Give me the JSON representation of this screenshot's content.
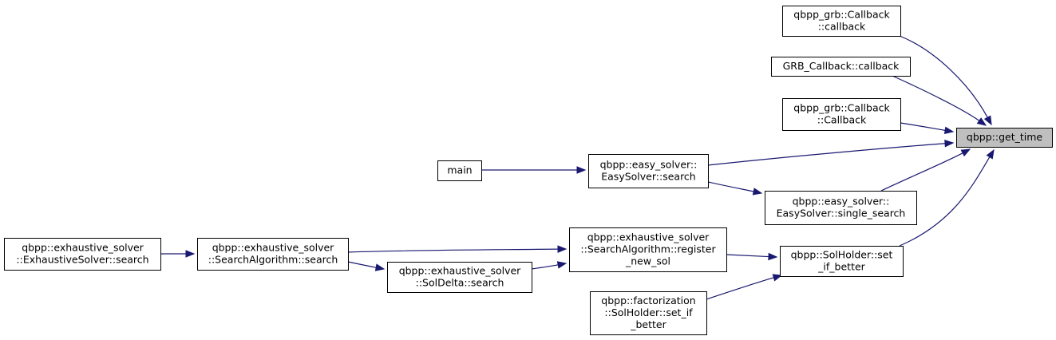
{
  "diagram": {
    "colors": {
      "edge": "#191970",
      "focus_fill": "#bfbfbf",
      "node_border": "#000000",
      "background": "#ffffff"
    },
    "nodes": [
      {
        "id": "get_time",
        "lines": [
          "qbpp::get_time"
        ],
        "focus": true
      },
      {
        "id": "grb_callback_lower",
        "lines": [
          "qbpp_grb::Callback",
          "::callback"
        ]
      },
      {
        "id": "grb_cb_callback",
        "lines": [
          "GRB_Callback::callback"
        ]
      },
      {
        "id": "grb_callback_ctor",
        "lines": [
          "qbpp_grb::Callback",
          "::Callback"
        ]
      },
      {
        "id": "easy_search",
        "lines": [
          "qbpp::easy_solver::",
          "EasySolver::search"
        ]
      },
      {
        "id": "main",
        "lines": [
          "main"
        ]
      },
      {
        "id": "easy_single_search",
        "lines": [
          "qbpp::easy_solver::",
          "EasySolver::single_search"
        ]
      },
      {
        "id": "solholder_set",
        "lines": [
          "qbpp::SolHolder::set",
          "_if_better"
        ]
      },
      {
        "id": "register_new_sol",
        "lines": [
          "qbpp::exhaustive_solver",
          "::SearchAlgorithm::register",
          "_new_sol"
        ]
      },
      {
        "id": "fact_solholder_set",
        "lines": [
          "qbpp::factorization",
          "::SolHolder::set_if",
          "_better"
        ]
      },
      {
        "id": "search_algo_search",
        "lines": [
          "qbpp::exhaustive_solver",
          "::SearchAlgorithm::search"
        ]
      },
      {
        "id": "soldelta_search",
        "lines": [
          "qbpp::exhaustive_solver",
          "::SolDelta::search"
        ]
      },
      {
        "id": "exh_solver_search",
        "lines": [
          "qbpp::exhaustive_solver",
          "::ExhaustiveSolver::search"
        ]
      }
    ],
    "edges": [
      {
        "from": "grb_callback_lower",
        "to": "get_time"
      },
      {
        "from": "grb_cb_callback",
        "to": "get_time"
      },
      {
        "from": "grb_callback_ctor",
        "to": "get_time"
      },
      {
        "from": "easy_search",
        "to": "get_time"
      },
      {
        "from": "easy_single_search",
        "to": "get_time"
      },
      {
        "from": "solholder_set",
        "to": "get_time"
      },
      {
        "from": "main",
        "to": "easy_search"
      },
      {
        "from": "easy_search",
        "to": "easy_single_search"
      },
      {
        "from": "register_new_sol",
        "to": "solholder_set"
      },
      {
        "from": "fact_solholder_set",
        "to": "solholder_set"
      },
      {
        "from": "search_algo_search",
        "to": "register_new_sol"
      },
      {
        "from": "soldelta_search",
        "to": "register_new_sol"
      },
      {
        "from": "search_algo_search",
        "to": "soldelta_search"
      },
      {
        "from": "exh_solver_search",
        "to": "search_algo_search"
      }
    ]
  }
}
